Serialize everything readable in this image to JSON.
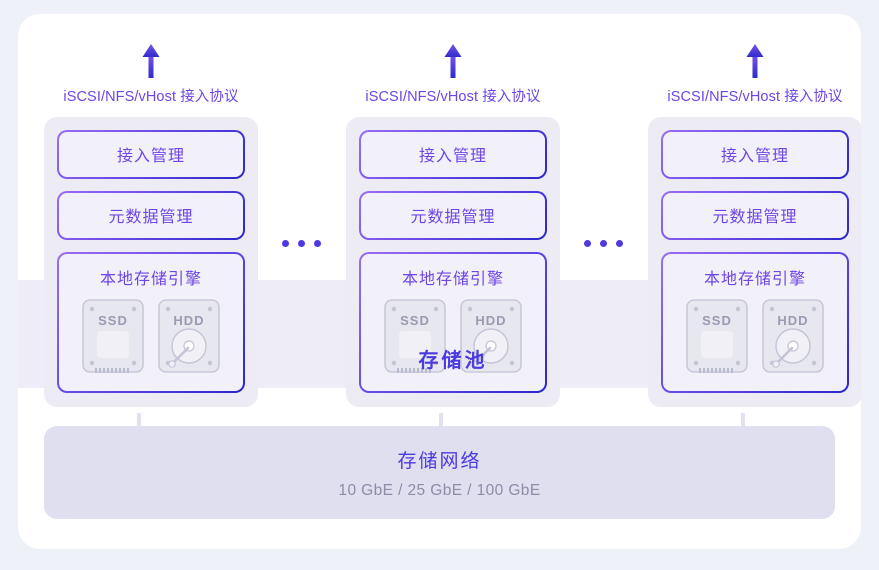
{
  "diagram": {
    "background_color": "#eef1f7",
    "accent_color": "#4a3ae0",
    "accent_light": "#6d45e8",
    "pool_band_color": "#edecf7"
  },
  "nodes": [
    {
      "arrow_icon": "arrow-up-icon",
      "protocol_label": "iSCSI/NFS/vHost 接入协议",
      "access_mgmt_label": "接入管理",
      "metadata_mgmt_label": "元数据管理",
      "engine_label": "本地存储引擎",
      "disks": [
        {
          "icon": "ssd-icon",
          "label": "SSD"
        },
        {
          "icon": "hdd-icon",
          "label": "HDD"
        }
      ]
    },
    {
      "arrow_icon": "arrow-up-icon",
      "protocol_label": "iSCSI/NFS/vHost 接入协议",
      "access_mgmt_label": "接入管理",
      "metadata_mgmt_label": "元数据管理",
      "engine_label": "本地存储引擎",
      "disks": [
        {
          "icon": "ssd-icon",
          "label": "SSD"
        },
        {
          "icon": "hdd-icon",
          "label": "HDD"
        }
      ]
    },
    {
      "arrow_icon": "arrow-up-icon",
      "protocol_label": "iSCSI/NFS/vHost 接入协议",
      "access_mgmt_label": "接入管理",
      "metadata_mgmt_label": "元数据管理",
      "engine_label": "本地存储引擎",
      "disks": [
        {
          "icon": "ssd-icon",
          "label": "SSD"
        },
        {
          "icon": "hdd-icon",
          "label": "HDD"
        }
      ]
    }
  ],
  "pool": {
    "label": "存储池"
  },
  "ellipsis": {
    "dot_count": 3
  },
  "network": {
    "title": "存储网络",
    "subtitle": "10 GbE / 25 GbE / 100 GbE"
  }
}
